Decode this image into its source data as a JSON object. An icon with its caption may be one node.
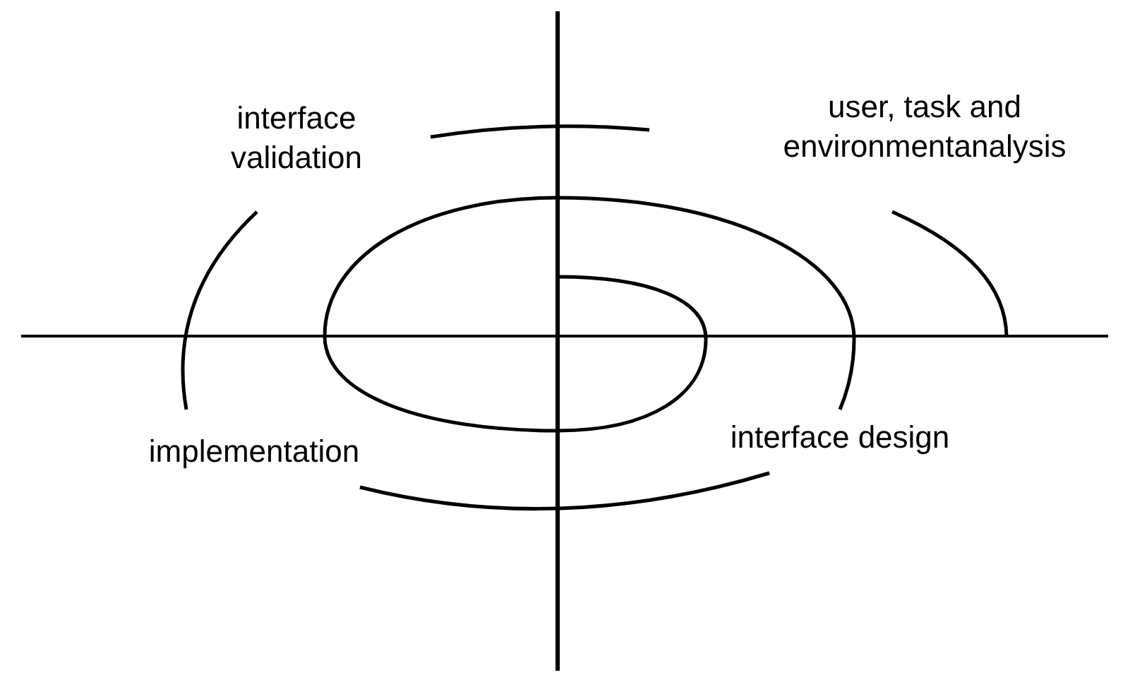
{
  "diagram": {
    "labels": [
      "interface validation",
      "user, task and environmentanalysis",
      "implementation",
      "interface design"
    ]
  }
}
